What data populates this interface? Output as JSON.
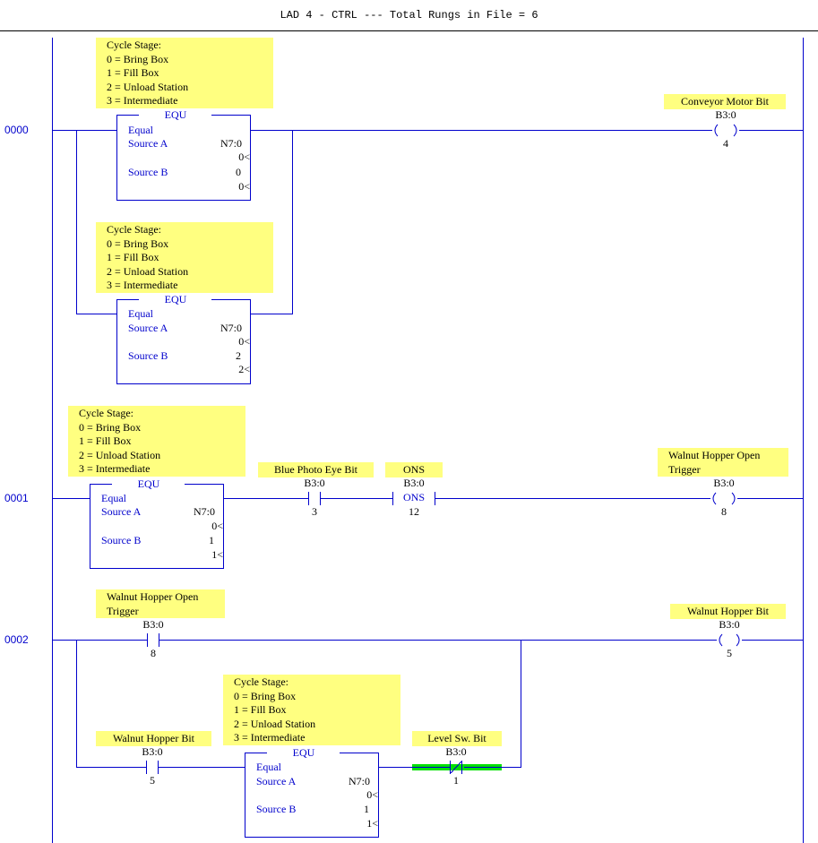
{
  "header": {
    "title": "LAD 4 - CTRL --- Total Rungs in File = 6"
  },
  "rung_numbers": [
    "0000",
    "0001",
    "0002"
  ],
  "cycle_note": "Cycle Stage:\n0 = Bring Box\n1 = Fill Box\n2 = Unload Station\n3 = Intermediate",
  "equ": {
    "title": "EQU",
    "desc": "Equal",
    "source_a_label": "Source A",
    "source_b_label": "Source B",
    "source_a_addr": "N7:0",
    "source_a_val": "0<"
  },
  "rung0": {
    "equ1": {
      "source_b": "0",
      "source_b_val": "0<"
    },
    "equ2": {
      "source_b": "2",
      "source_b_val": "2<"
    },
    "output": {
      "desc": "Conveyor Motor Bit",
      "addr": "B3:0",
      "bit": "4"
    }
  },
  "rung1": {
    "equ": {
      "source_b": "1",
      "source_b_val": "1<"
    },
    "xic": {
      "desc": "Blue Photo Eye Bit",
      "addr": "B3:0",
      "bit": "3"
    },
    "ons": {
      "desc": "ONS",
      "addr": "B3:0",
      "label": "ONS",
      "bit": "12"
    },
    "output": {
      "desc": "Walnut Hopper Open\nTrigger",
      "addr": "B3:0",
      "bit": "8"
    }
  },
  "rung2": {
    "xic1": {
      "desc": "Walnut Hopper Open\nTrigger",
      "addr": "B3:0",
      "bit": "8"
    },
    "xic2": {
      "desc": "Walnut Hopper Bit",
      "addr": "B3:0",
      "bit": "5"
    },
    "equ": {
      "source_b": "1",
      "source_b_val": "1<"
    },
    "xio": {
      "desc": "Level Sw. Bit",
      "addr": "B3:0",
      "bit": "1"
    },
    "output": {
      "desc": "Walnut Hopper Bit",
      "addr": "B3:0",
      "bit": "5"
    }
  },
  "colors": {
    "wire": "#0000cc",
    "note_bg": "#ffff80",
    "energized": "#00e000",
    "text": "#000000"
  }
}
